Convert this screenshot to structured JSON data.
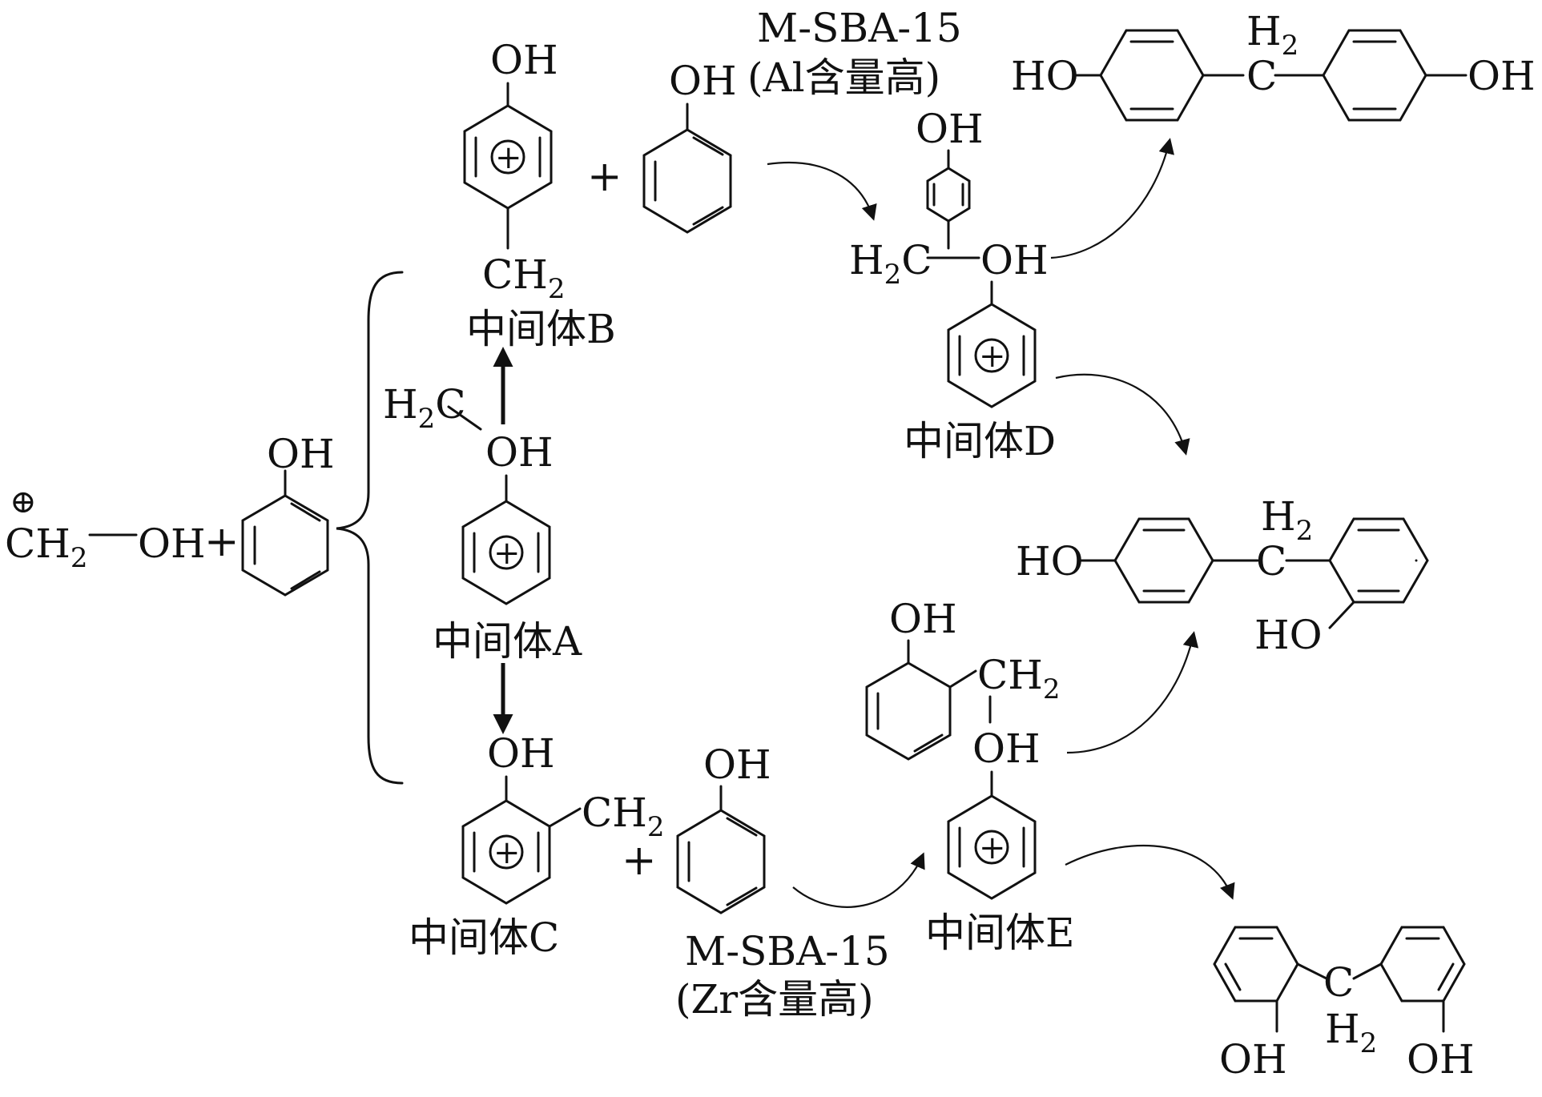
{
  "catalysts": {
    "al": {
      "name": "M-SBA-15",
      "note": "(Al含量高)"
    },
    "zr": {
      "name": "M-SBA-15",
      "note": "(Zr含量高)"
    }
  },
  "intermediates": {
    "a": "中间体A",
    "b": "中间体B",
    "c": "中间体C",
    "d": "中间体D",
    "e": "中间体E"
  },
  "groups": {
    "oh": "OH",
    "ho": "HO",
    "ch2": "CH",
    "h2c": "H",
    "c": "C",
    "h2": "H",
    "sub2": "2",
    "plus": "+",
    "dash": "—",
    "cplus": "⊕"
  }
}
